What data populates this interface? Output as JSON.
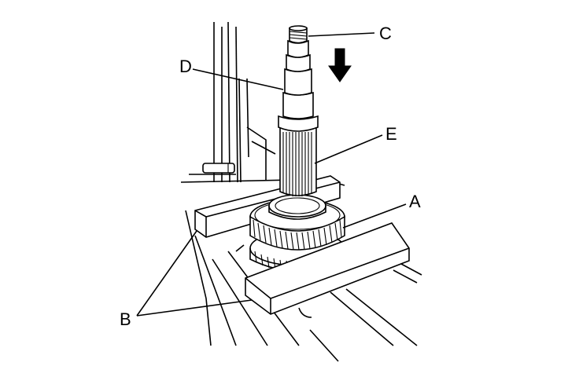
{
  "labels": {
    "a": "A",
    "b": "B",
    "c": "C",
    "d": "D",
    "e": "E"
  },
  "colors": {
    "ink": "#000000",
    "paper": "#ffffff"
  },
  "icons": {
    "direction": "down-arrow-icon"
  }
}
